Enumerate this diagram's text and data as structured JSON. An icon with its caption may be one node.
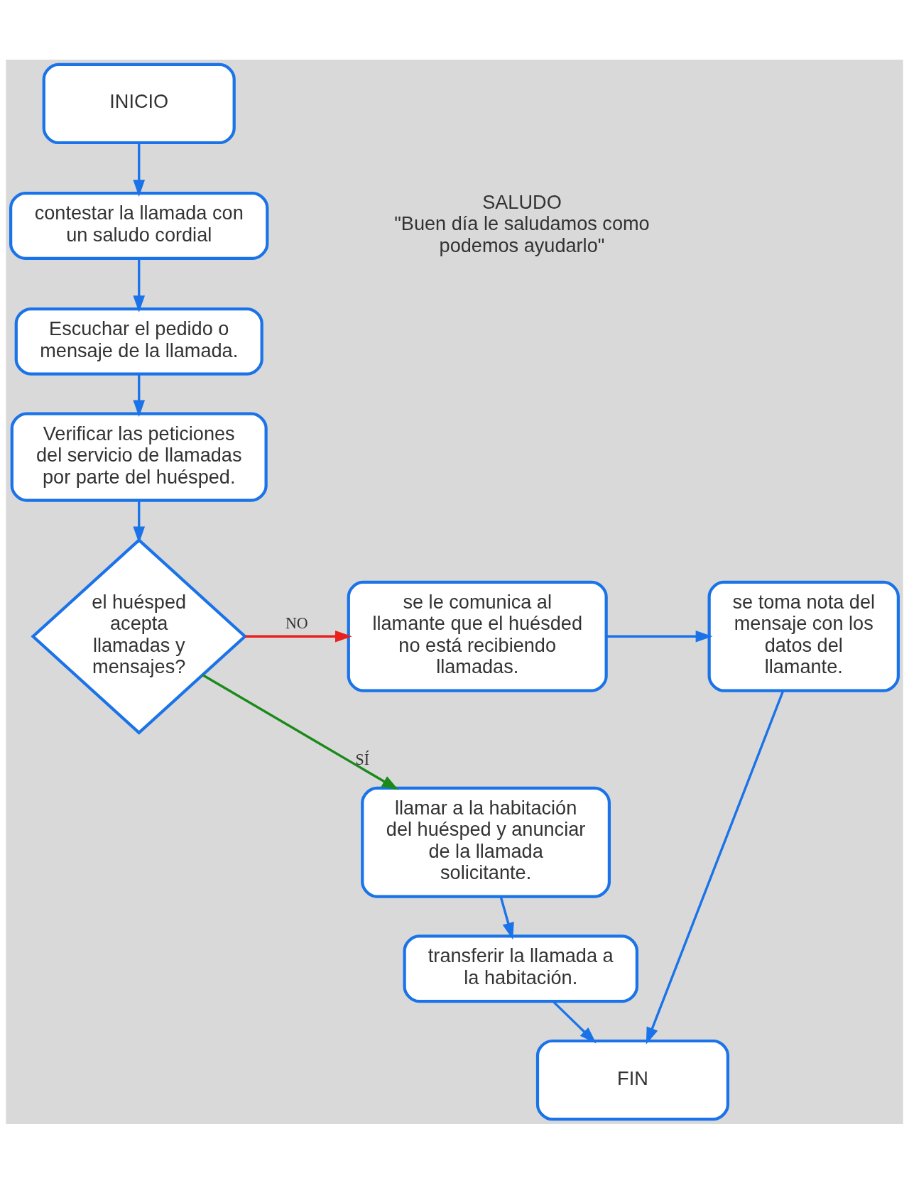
{
  "diagram": {
    "nodes": [
      {
        "text": [
          "INICIO"
        ]
      },
      {
        "text": [
          "contestar la llamada con un saludo cordial"
        ]
      },
      {
        "text": [
          "Escuchar el pedido o mensaje de la llamada."
        ]
      },
      {
        "text": [
          "Verificar las peticiones del servicio de llamadas por parte del huésped."
        ]
      },
      {
        "text": [
          "el huésped acepta llamadas y mensajes?"
        ]
      },
      {
        "text": [
          "se le comunica al llamante que el huésded no está recibiendo llamadas."
        ]
      },
      {
        "text": [
          "se toma nota del mensaje con los datos del llamante."
        ]
      },
      {
        "text": [
          "llamar a la habitación del huésped y anunciar de la llamada solicitante."
        ]
      },
      {
        "text": [
          "transferir la llamada a la habitación."
        ]
      },
      {
        "text": [
          "FIN"
        ]
      }
    ],
    "edges": [
      {
        "from": 0,
        "to": 1,
        "arrow": "to"
      },
      {
        "from": 1,
        "to": 2,
        "arrow": "to"
      },
      {
        "from": 2,
        "to": 3,
        "arrow": "to"
      },
      {
        "from": 3,
        "to": 4,
        "arrow": "to"
      },
      {
        "from": 4,
        "to": 5,
        "arrow": "to",
        "label": "NO",
        "color": "#e8211d"
      },
      {
        "from": 5,
        "to": 6,
        "arrow": "to"
      },
      {
        "from": 4,
        "to": 7,
        "arrow": "to",
        "label": "SÍ",
        "color": "#1a8a1a"
      },
      {
        "from": 7,
        "to": 8,
        "arrow": "to"
      },
      {
        "from": 8,
        "to": 9,
        "arrow": "to"
      },
      {
        "from": 6,
        "to": 9,
        "arrow": "to"
      }
    ],
    "labels": [
      "SALUDO",
      "\"Buen día le saludamos como podemos ayudarlo\""
    ]
  }
}
